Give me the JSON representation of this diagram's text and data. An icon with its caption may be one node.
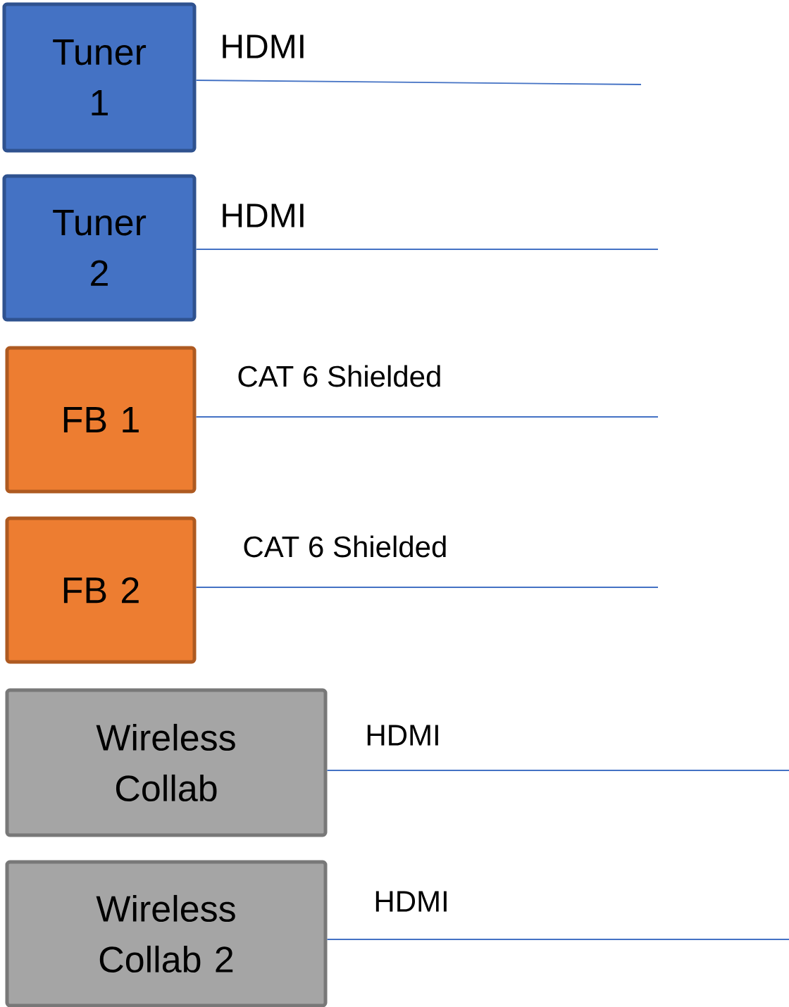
{
  "diagram": {
    "nodes": [
      {
        "text": [
          "Tuner 1"
        ]
      },
      {
        "text": [
          "Tuner 2"
        ]
      },
      {
        "text": [
          "FB 1"
        ]
      },
      {
        "text": [
          "FB 2"
        ]
      },
      {
        "text": [
          "Wireless Collab"
        ]
      },
      {
        "text": [
          "Wireless Collab 2"
        ]
      }
    ],
    "edges": [
      {
        "from": 0,
        "to": null,
        "arrow": "none",
        "label": "HDMI"
      },
      {
        "from": 1,
        "to": null,
        "arrow": "none",
        "label": "HDMI"
      },
      {
        "from": 2,
        "to": null,
        "arrow": "none",
        "label": "CAT 6 Shielded"
      },
      {
        "from": 3,
        "to": null,
        "arrow": "none",
        "label": "CAT 6 Shielded"
      },
      {
        "from": 4,
        "to": null,
        "arrow": "none",
        "label": "HDMI"
      },
      {
        "from": 5,
        "to": null,
        "arrow": "none",
        "label": "HDMI"
      }
    ]
  }
}
